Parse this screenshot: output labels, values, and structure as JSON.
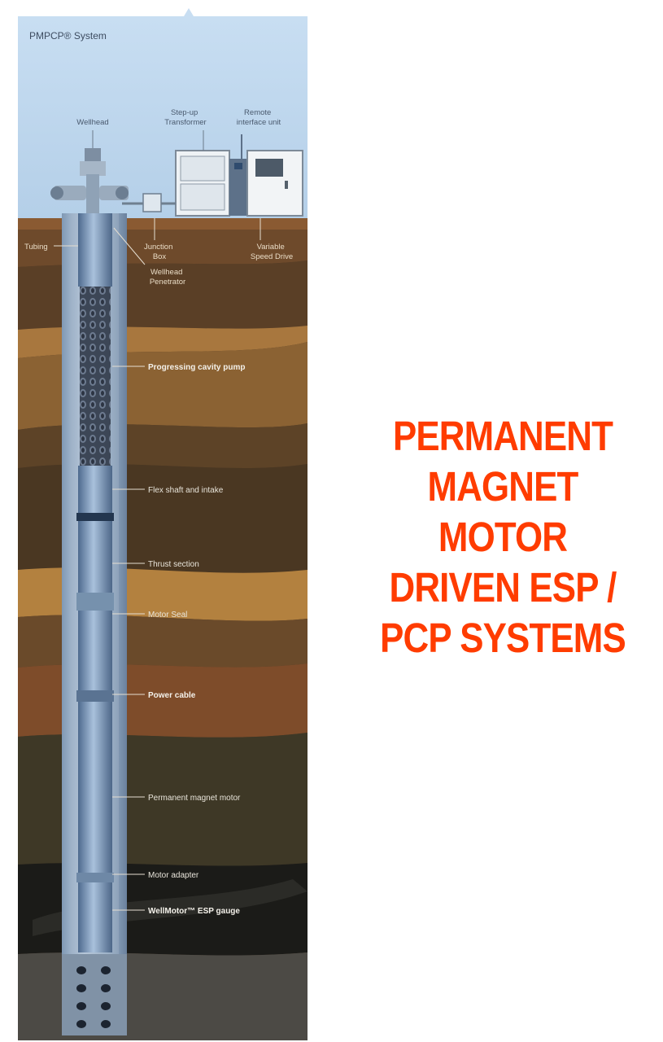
{
  "diagram": {
    "title": "PMPCP® System",
    "surface_labels": [
      {
        "id": "wellhead",
        "text": [
          "Wellhead"
        ]
      },
      {
        "id": "step-up-transformer",
        "text": [
          "Step-up",
          "Transformer"
        ]
      },
      {
        "id": "remote-interface-unit",
        "text": [
          "Remote",
          "interface unit"
        ]
      },
      {
        "id": "tubing",
        "text": [
          "Tubing"
        ]
      },
      {
        "id": "junction-box",
        "text": [
          "Junction",
          "Box"
        ]
      },
      {
        "id": "wellhead-penetrator",
        "text": [
          "Wellhead",
          "Penetrator"
        ]
      },
      {
        "id": "variable-speed-drive",
        "text": [
          "Variable",
          "Speed Drive"
        ]
      }
    ],
    "downhole_labels": [
      {
        "id": "progressing-cavity-pump",
        "text": "Progressing cavity pump",
        "bold": true
      },
      {
        "id": "flex-shaft-and-intake",
        "text": "Flex shaft and intake",
        "bold": false
      },
      {
        "id": "thrust-section",
        "text": "Thrust section",
        "bold": false
      },
      {
        "id": "motor-seal",
        "text": "Motor Seal",
        "bold": false
      },
      {
        "id": "power-cable",
        "text": "Power cable",
        "bold": true
      },
      {
        "id": "permanent-magnet-motor",
        "text": "Permanent magnet motor",
        "bold": false
      },
      {
        "id": "motor-adapter",
        "text": "Motor adapter",
        "bold": false
      },
      {
        "id": "wellmotor-esp-gauge",
        "text": "WellMotor™ ESP gauge",
        "bold": true
      }
    ]
  },
  "headline": {
    "lines": [
      "PERMANENT",
      "MAGNET MOTOR",
      "DRIVEN ESP /",
      "PCP SYSTEMS"
    ]
  },
  "colors": {
    "headline": "#ff3c00",
    "sky": "#c5dcf0"
  }
}
